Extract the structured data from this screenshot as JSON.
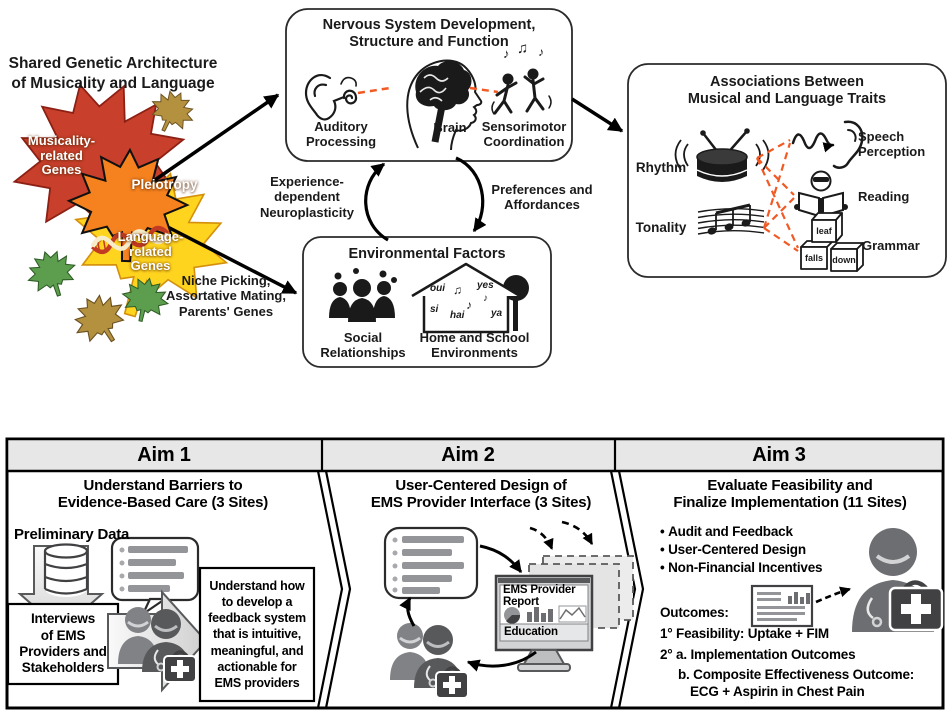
{
  "top": {
    "title": "Shared Genetic Architecture\nof Musicality and Language",
    "leaf_labels": {
      "musicality": "Musicality-\nrelated\nGenes",
      "pleiotropy": "Pleiotropy",
      "language": "Language-\nrelated\nGenes"
    },
    "niche_note": "Niche Picking,\nAssortative Mating,\nParents' Genes",
    "nervous_box": {
      "title": "Nervous System Development,\nStructure and Function",
      "auditory_label": "Auditory\nProcessing",
      "brain_label": "Brain",
      "sensorimotor_label": "Sensorimotor\nCoordination"
    },
    "cycle": {
      "left_label": "Experience-\ndependent\nNeuroplasticity",
      "right_label": "Preferences and\nAffordances"
    },
    "env_box": {
      "title": "Environmental Factors",
      "social_label": "Social\nRelationships",
      "home_label": "Home and School\nEnvironments",
      "house_words": [
        "oui",
        "yes",
        "si",
        "hai",
        "ya"
      ]
    },
    "assoc_box": {
      "title": "Associations Between\nMusical and Language Traits",
      "rhythm_label": "Rhythm",
      "tonality_label": "Tonality",
      "speech_label": "Speech\nPerception",
      "reading_label": "Reading",
      "grammar_label": "Grammar",
      "block_words": [
        "leaf",
        "falls",
        "down"
      ]
    }
  },
  "bottom": {
    "aims": [
      {
        "header": "Aim 1",
        "title": "Understand Barriers to\nEvidence-Based Care (3 Sites)"
      },
      {
        "header": "Aim 2",
        "title": "User-Centered Design of\nEMS Provider Interface (3 Sites)"
      },
      {
        "header": "Aim 3",
        "title": "Evaluate Feasibility and\nFinalize Implementation (11 Sites)"
      }
    ],
    "aim1": {
      "preliminary_label": "Preliminary Data",
      "interviews_label": "Interviews\nof EMS\nProviders and\nStakeholders",
      "goal_text": "Understand how\nto develop a\nfeedback system\nthat is intuitive,\nmeaningful, and\nactionable for\nEMS providers"
    },
    "aim2": {
      "monitor_title": "EMS Provider\nReport",
      "education_label": "Education"
    },
    "aim3": {
      "bullets": [
        "Audit and Feedback",
        "User-Centered Design",
        "Non-Financial Incentives"
      ],
      "outcomes_label": "Outcomes:",
      "outcome_primary": "1°  Feasibility: Uptake + FIM",
      "outcome_secondary_a": "2°  a. Implementation Outcomes",
      "outcome_secondary_b": "b. Composite Effectiveness Outcome:",
      "outcome_secondary_b2": "ECG + Aspirin in Chest Pain"
    }
  },
  "icons": {
    "note_single": "♪",
    "note_double": "♫",
    "bullet": "•"
  },
  "colors": {
    "leaf_red": "#c8402c",
    "leaf_orange": "#f5821f",
    "leaf_yellow": "#ffd41f",
    "leaf_green": "#5c9e4d",
    "leaf_tan": "#b3913f",
    "dash_orange": "#f15a24",
    "header_gray": "#e7e7e7"
  }
}
